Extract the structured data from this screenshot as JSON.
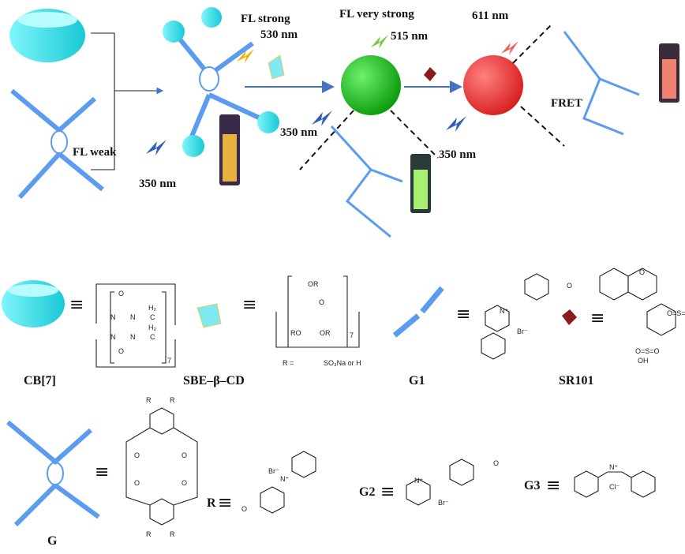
{
  "top": {
    "fl_weak": "FL weak",
    "fl_strong": "FL strong",
    "wl_530": "530 nm",
    "fl_very_strong": "FL very strong",
    "wl_515": "515 nm",
    "wl_611": "611 nm",
    "fret": "FRET",
    "ex_350_a": "350 nm",
    "ex_350_b": "350 nm",
    "ex_350_c": "350 nm"
  },
  "legend": {
    "cb7": "CB[7]",
    "sbe": "SBE–β–CD",
    "g1": "G1",
    "sr101": "SR101",
    "g": "G",
    "r": "R",
    "g2": "G2",
    "g3": "G3",
    "equiv": "≡",
    "r_def": "R =",
    "r_def2": "SO₃Na or H",
    "n7": "7",
    "o": "O",
    "n": "N",
    "h2": "H₂",
    "c": "C",
    "or": "OR",
    "ro": "RO",
    "br": "Br⁻",
    "cl": "Cl⁻",
    "nplus": "N⁺",
    "oh": "OH",
    "so3": "O=S=O",
    "rr": "R"
  },
  "colors": {
    "green": "#1fc21f",
    "red": "#f03838",
    "cyan": "#3fe3ee",
    "blue": "#5b9bf0",
    "arrow": "#4472c4"
  }
}
